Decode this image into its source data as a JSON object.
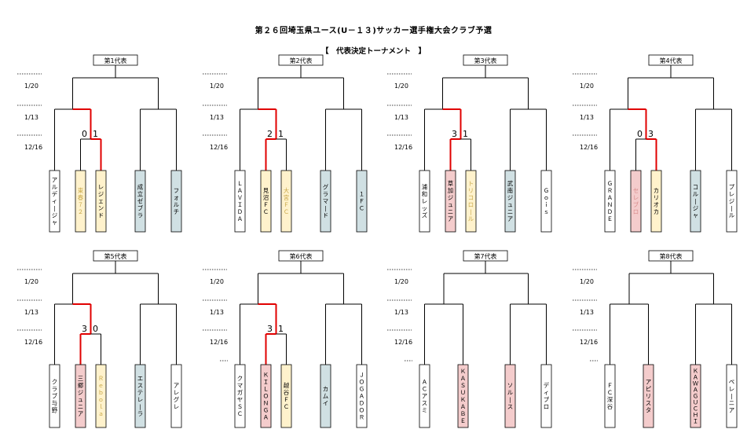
{
  "title": "第２６回埼玉県ユース(U－１３)サッカー選手権大会クラブ予選",
  "subtitle": "【　代表決定トーナメント　】",
  "round_labels": [
    "1/20",
    "1/13",
    "12/16"
  ],
  "colors": {
    "line": "#000000",
    "winner_line": "#e00000",
    "pink": "#f4cccc",
    "yellow": "#fff2cc",
    "gray": "#d0e0e3",
    "white": "#ffffff",
    "dim_text": "#c9a94b",
    "dim_text_pink": "#d98c8c"
  },
  "groups": [
    {
      "label": "第1代表",
      "score": [
        "0",
        "1"
      ],
      "teams": [
        {
          "name": "アルディージャ",
          "color": "white",
          "dim": false
        },
        {
          "name": "東春７２",
          "color": "yellow",
          "dim": true
        },
        {
          "name": "レジェンド",
          "color": "yellow",
          "dim": false
        },
        {
          "name": "成立ゼブラ",
          "color": "gray",
          "dim": false
        },
        {
          "name": "フォルチ",
          "color": "gray",
          "dim": false
        }
      ],
      "semi": [
        1,
        2
      ],
      "winner": 2,
      "has_pre": false
    },
    {
      "label": "第2代表",
      "score": [
        "2",
        "1"
      ],
      "teams": [
        {
          "name": "ＬＡＶＩＤＡ",
          "color": "white",
          "dim": false
        },
        {
          "name": "見沼ＦＣ",
          "color": "yellow",
          "dim": false
        },
        {
          "name": "大宮ＦＣ",
          "color": "yellow",
          "dim": true
        },
        {
          "name": "グラマード",
          "color": "gray",
          "dim": false
        },
        {
          "name": "１ＦＣ",
          "color": "gray",
          "dim": false
        }
      ],
      "semi": [
        1,
        2
      ],
      "winner": 1,
      "has_pre": false
    },
    {
      "label": "第3代表",
      "score": [
        "3",
        "1"
      ],
      "teams": [
        {
          "name": "浦和レッズ",
          "color": "white",
          "dim": false
        },
        {
          "name": "草加ジュニア",
          "color": "pink",
          "dim": false
        },
        {
          "name": "トリコロール",
          "color": "yellow",
          "dim": true
        },
        {
          "name": "武南ジュニア",
          "color": "gray",
          "dim": false
        },
        {
          "name": "Ｇｏｉｓ",
          "color": "white",
          "dim": false
        }
      ],
      "semi": [
        1,
        2
      ],
      "winner": 1,
      "has_pre": false
    },
    {
      "label": "第4代表",
      "score": [
        "0",
        "3"
      ],
      "teams": [
        {
          "name": "ＧＲＡＮＤＥ",
          "color": "white",
          "dim": false
        },
        {
          "name": "セレブロ",
          "color": "pink",
          "dim": true
        },
        {
          "name": "カリオカ",
          "color": "yellow",
          "dim": false
        },
        {
          "name": "コルージャ",
          "color": "gray",
          "dim": false
        },
        {
          "name": "プレジール",
          "color": "white",
          "dim": false
        }
      ],
      "semi": [
        1,
        2
      ],
      "winner": 2,
      "has_pre": false
    },
    {
      "label": "第5代表",
      "score": [
        "3",
        "0"
      ],
      "teams": [
        {
          "name": "クラブ与野",
          "color": "white",
          "dim": false
        },
        {
          "name": "三郷ジュニア",
          "color": "pink",
          "dim": false
        },
        {
          "name": "Ｒｅｂｏｌａ",
          "color": "yellow",
          "dim": true
        },
        {
          "name": "エステレーラ",
          "color": "gray",
          "dim": false
        },
        {
          "name": "アレグレ",
          "color": "white",
          "dim": false
        }
      ],
      "semi": [
        1,
        2
      ],
      "winner": 1,
      "has_pre": false
    },
    {
      "label": "第6代表",
      "score": [
        "3",
        "1"
      ],
      "teams": [
        {
          "name": "クマガヤＳＣ",
          "color": "white",
          "dim": false
        },
        {
          "name": "ＫＩＬＯＮＧＡ",
          "color": "pink",
          "dim": false
        },
        {
          "name": "越谷ＦＣ",
          "color": "yellow",
          "dim": false
        },
        {
          "name": "カムイ",
          "color": "gray",
          "dim": false
        },
        {
          "name": "ＪＯＧＡＤＯＲ",
          "color": "white",
          "dim": false
        }
      ],
      "semi": [
        1,
        2
      ],
      "winner": 1,
      "has_pre": true
    },
    {
      "label": "第7代表",
      "score": [
        "",
        ""
      ],
      "teams": [
        {
          "name": "ＡＣアスミ",
          "color": "white",
          "dim": false
        },
        {
          "name": "ＫＡＳＵＫＡＢＥ",
          "color": "pink",
          "dim": false
        },
        {
          "name": "ソルース",
          "color": "pink",
          "dim": false
        },
        {
          "name": "ディプロ",
          "color": "white",
          "dim": false
        }
      ],
      "semi": null,
      "winner": -1,
      "has_pre": true
    },
    {
      "label": "第8代表",
      "score": [
        "",
        ""
      ],
      "teams": [
        {
          "name": "ＦＣ深谷",
          "color": "white",
          "dim": false
        },
        {
          "name": "アピリスタ",
          "color": "pink",
          "dim": false
        },
        {
          "name": "ＫＡＷＡＧＵＣＨＩ",
          "color": "pink",
          "dim": false
        },
        {
          "name": "ペレーニア",
          "color": "white",
          "dim": false
        }
      ],
      "semi": null,
      "winner": -1,
      "has_pre": true
    }
  ]
}
